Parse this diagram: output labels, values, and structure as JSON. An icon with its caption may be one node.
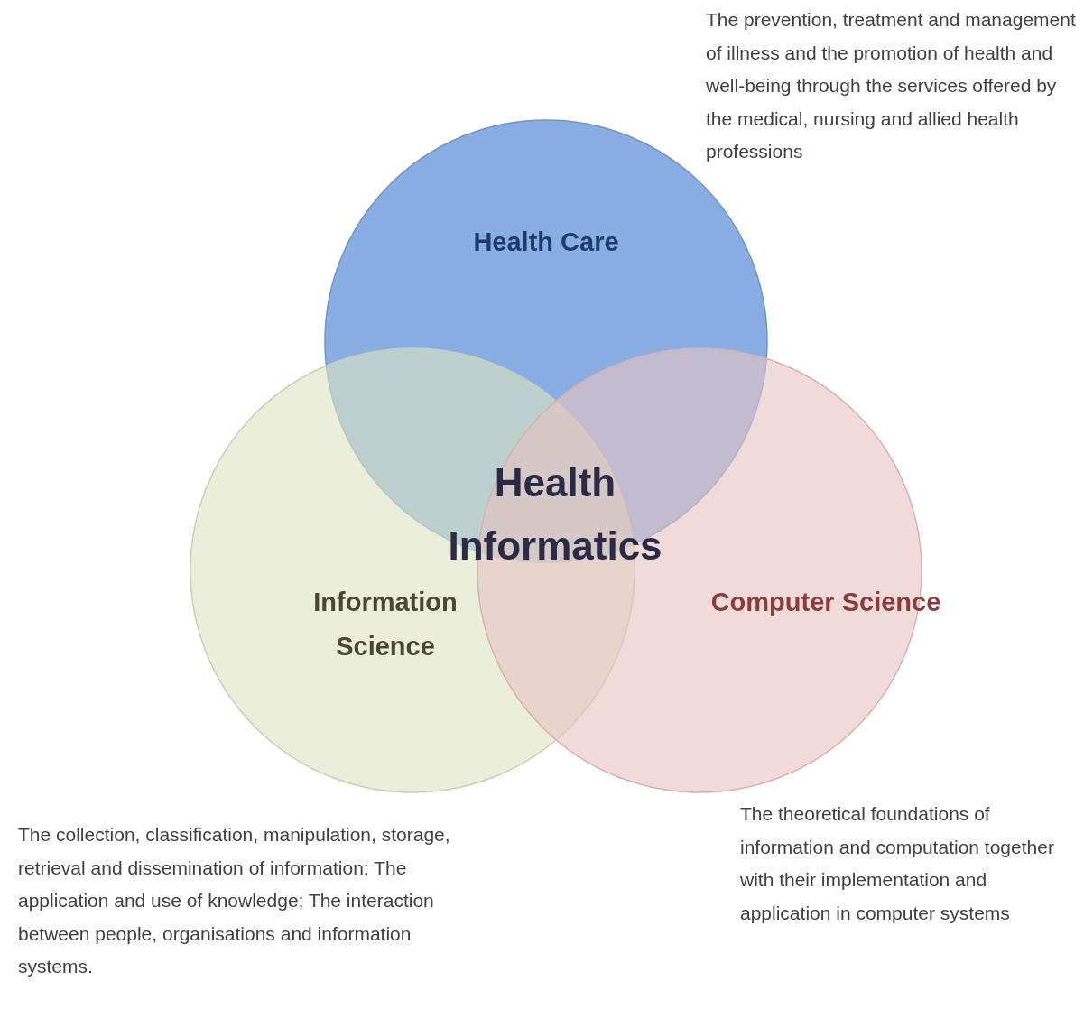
{
  "diagram": {
    "nodes": [
      {
        "text": [
          "Health Care"
        ],
        "beside": [
          "The prevention, treatment and management of illness and the promotion of health and well-being through the services offered by the medical, nursing and allied health professions"
        ]
      },
      {
        "text": [
          "Information Science"
        ],
        "beside": [
          "The collection, classification, manipulation, storage, retrieval and dissemination of information; The application and use of knowledge; The interaction between people, organisations and information systems."
        ]
      },
      {
        "text": [
          "Computer Science"
        ],
        "beside": [
          "The theoretical foundations of information and computation together with their implementation and application in computer systems"
        ]
      }
    ],
    "edges": [],
    "labels": [
      "Health Informatics"
    ]
  }
}
